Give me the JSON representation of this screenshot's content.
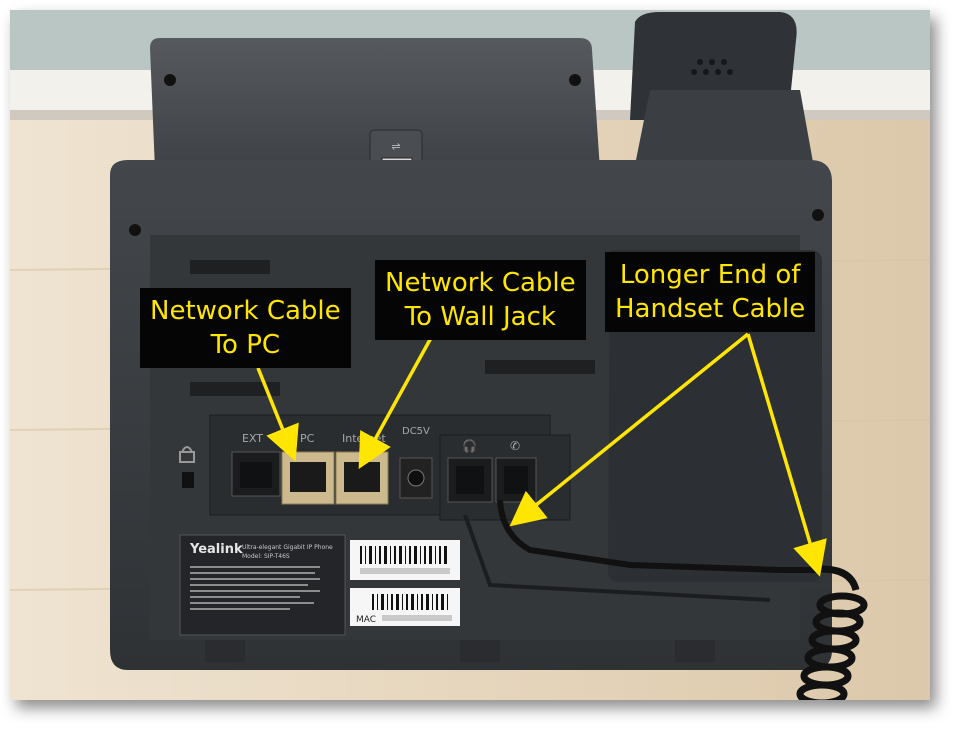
{
  "callouts": {
    "to_pc": {
      "line1": "Network Cable",
      "line2": "To PC"
    },
    "to_wall": {
      "line1": "Network Cable",
      "line2": "To Wall Jack"
    },
    "handset": {
      "line1": "Longer End of",
      "line2": "Handset Cable"
    }
  },
  "phone_labels": {
    "port_ext": "EXT",
    "port_pc": "PC",
    "port_internet": "Internet",
    "port_dc": "DC5V",
    "brand": "Yealink",
    "product_line": "Ultra-elegant Gigabit IP Phone",
    "model": "Model: SIP-T46S",
    "mac_prefix": "MAC"
  },
  "colors": {
    "annotation_yellow": "#ffe600",
    "callout_background": "#050505",
    "phone_body": "#3a3d40",
    "rj45_port": "#cdb98e"
  },
  "icons": [
    "usb-icon",
    "lock-icon",
    "headset-icon",
    "handset-icon"
  ]
}
